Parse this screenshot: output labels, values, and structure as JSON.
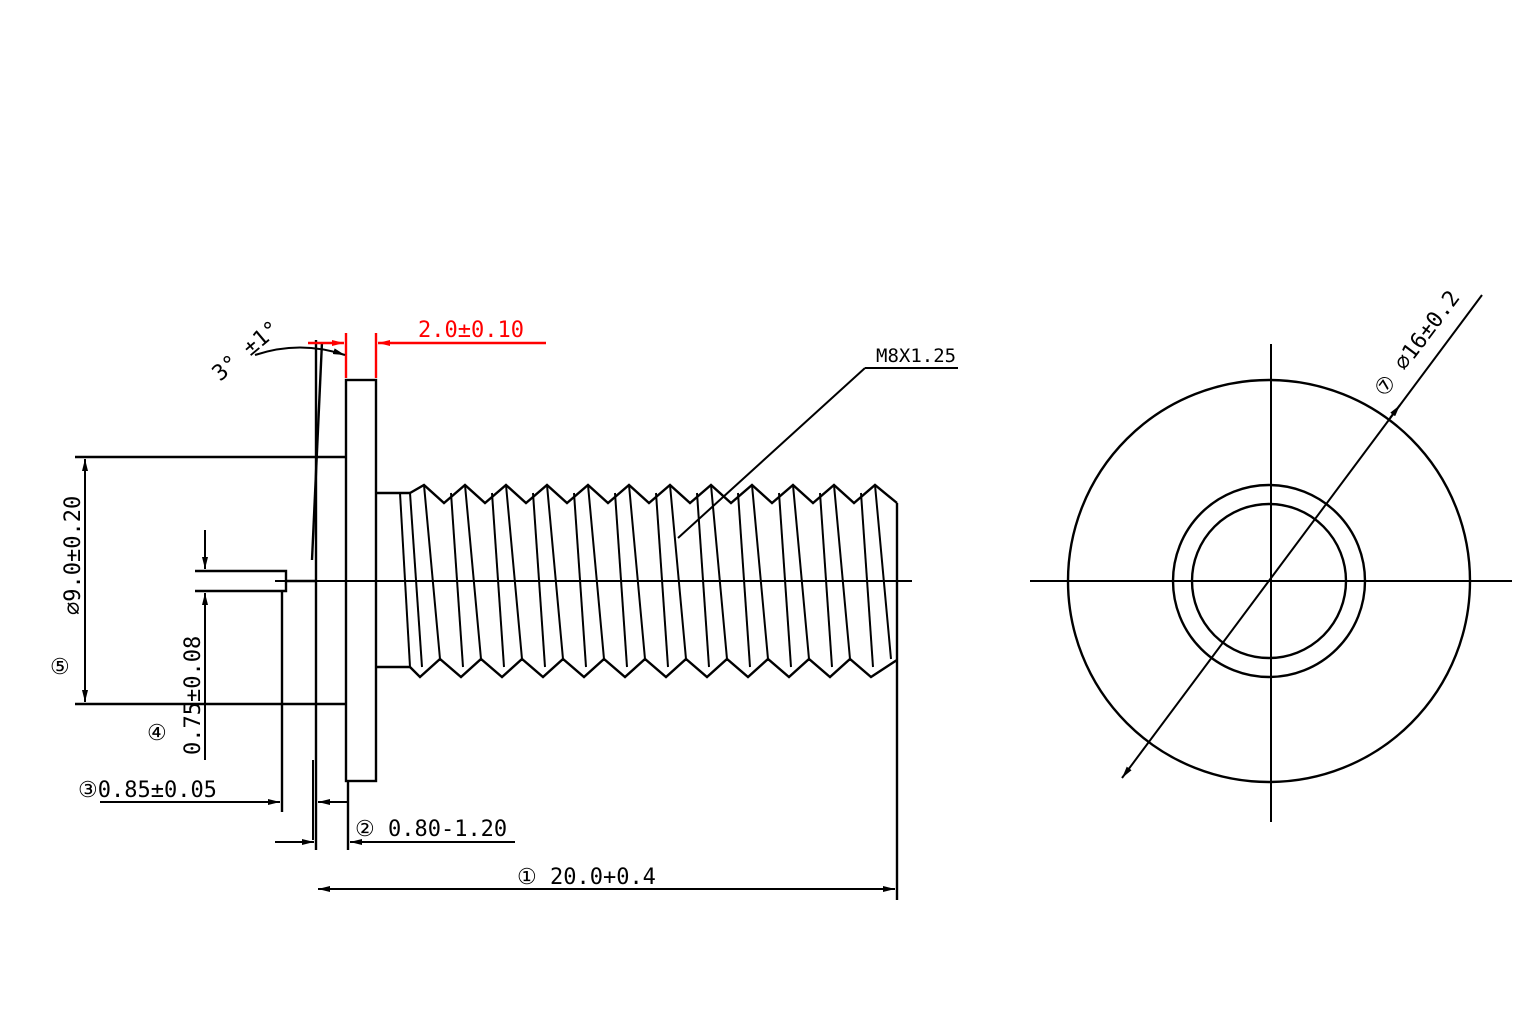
{
  "labels": {
    "dim_1": "① 20.0+0.4",
    "dim_2": "② 0.80-1.20",
    "dim_3": "③0.85±0.05",
    "dim_4_circle": "④",
    "dim_4": "0.75±0.08",
    "dim_5_circle": "⑤",
    "dim_5": "⌀9.0±0.20",
    "dim_7": "⑦ ⌀16±0.2",
    "head_width": "2.0±0.10",
    "angle": "3° ±1°",
    "thread": "M8X1.25"
  },
  "colors": {
    "highlight": "#ff0000",
    "line": "#000000"
  }
}
